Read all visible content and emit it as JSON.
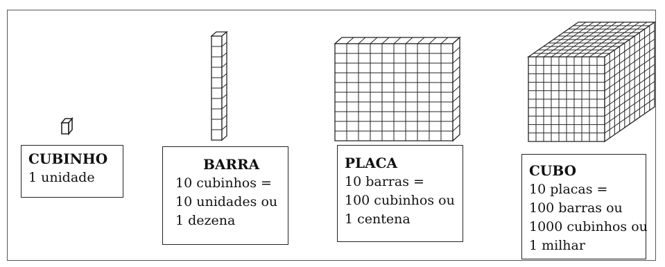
{
  "blocks": [
    {
      "title": "CUBINHO",
      "lines": [
        "1 unidade"
      ]
    },
    {
      "title": "BARRA",
      "lines": [
        "10 cubinhos =",
        "10 unidades ou",
        "1 dezena"
      ]
    },
    {
      "title": "PLACA",
      "lines": [
        "10 barras =",
        "100 cubinhos ou",
        "1 centena"
      ]
    },
    {
      "title": "CUBO",
      "lines": [
        "10 placas =",
        "100 barras ou",
        "1000 cubinhos ou",
        "1 milhar"
      ]
    }
  ]
}
